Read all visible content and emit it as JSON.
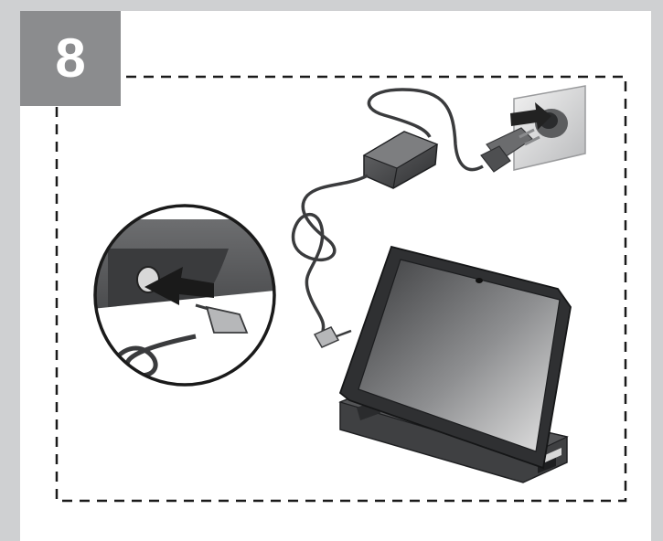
{
  "step": {
    "number": "8"
  },
  "illustration": {
    "elements": [
      "tablet",
      "docking-cradle",
      "ac-adapter",
      "power-cord",
      "wall-plug",
      "wall-outlet",
      "dc-connector",
      "zoom-detail-inset",
      "insert-arrow"
    ]
  },
  "colors": {
    "background": "#cfd0d2",
    "panel": "#ffffff",
    "badge": "#8b8c8e",
    "dash": "#1a1a1a",
    "device": "#3a3b3d"
  }
}
